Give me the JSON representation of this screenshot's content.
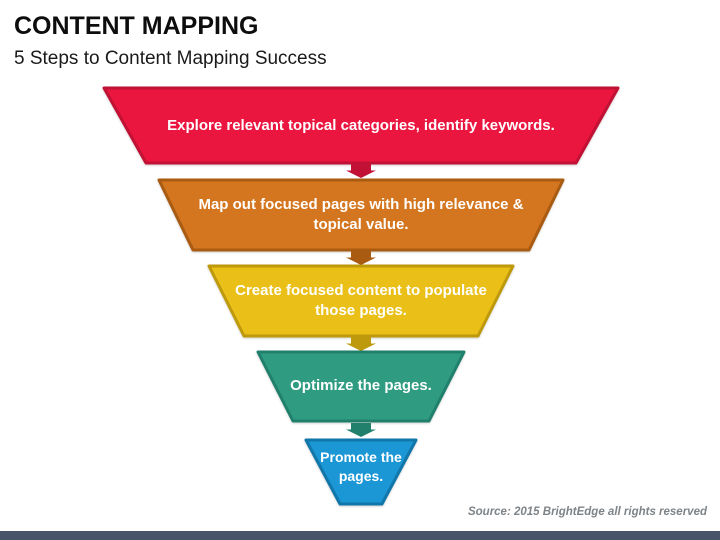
{
  "slide": {
    "title": "CONTENT MAPPING",
    "subtitle": "5 Steps to Content Mapping Success",
    "source": "Source: 2015 BrightEdge all rights reserved"
  },
  "funnel": {
    "type": "funnel-diagram",
    "text_color": "#ffffff",
    "steps": [
      {
        "step": 1,
        "label": "Explore relevant topical categories, identify keywords.",
        "fill": "#EA1640",
        "border": "#C11134"
      },
      {
        "step": 2,
        "label": "Map out focused pages with high relevance & topical value.",
        "fill": "#D4761F",
        "border": "#A85B11"
      },
      {
        "step": 3,
        "label": "Create focused content to populate those pages.",
        "fill": "#EAC018",
        "border": "#BD990B"
      },
      {
        "step": 4,
        "label": "Optimize the pages.",
        "fill": "#2F9C82",
        "border": "#20806B"
      },
      {
        "step": 5,
        "label": "Promote the pages.",
        "fill": "#1B97D5",
        "border": "#1176A9"
      }
    ],
    "arrows": [
      {
        "color": "#C11134"
      },
      {
        "color": "#A85B11"
      },
      {
        "color": "#BD990B"
      },
      {
        "color": "#20806B"
      }
    ]
  },
  "footer": {
    "bar_color": "#475469"
  }
}
